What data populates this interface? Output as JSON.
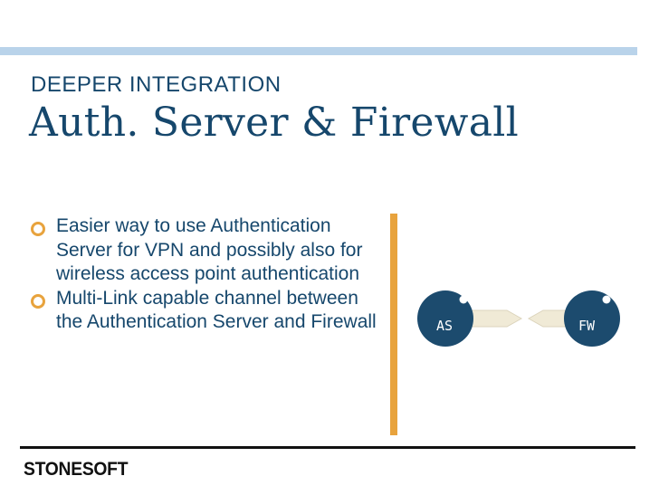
{
  "slide": {
    "kicker": "DEEPER INTEGRATION",
    "title": "Auth. Server & Firewall",
    "bullets": [
      "Easier way to use Authentication Server for VPN and possibly also for wireless access point authentication",
      "Multi-Link capable channel between the Authentication Server and Firewall"
    ]
  },
  "diagram": {
    "left_node": "AS",
    "right_node": "FW",
    "node_color": "#1c4b6e",
    "arrow_color": "#f0ead6"
  },
  "footer": {
    "logo": "STONESOFT"
  },
  "colors": {
    "title": "#16476c",
    "accent": "#e8a33d",
    "top_bar": "#b9d3ea"
  }
}
